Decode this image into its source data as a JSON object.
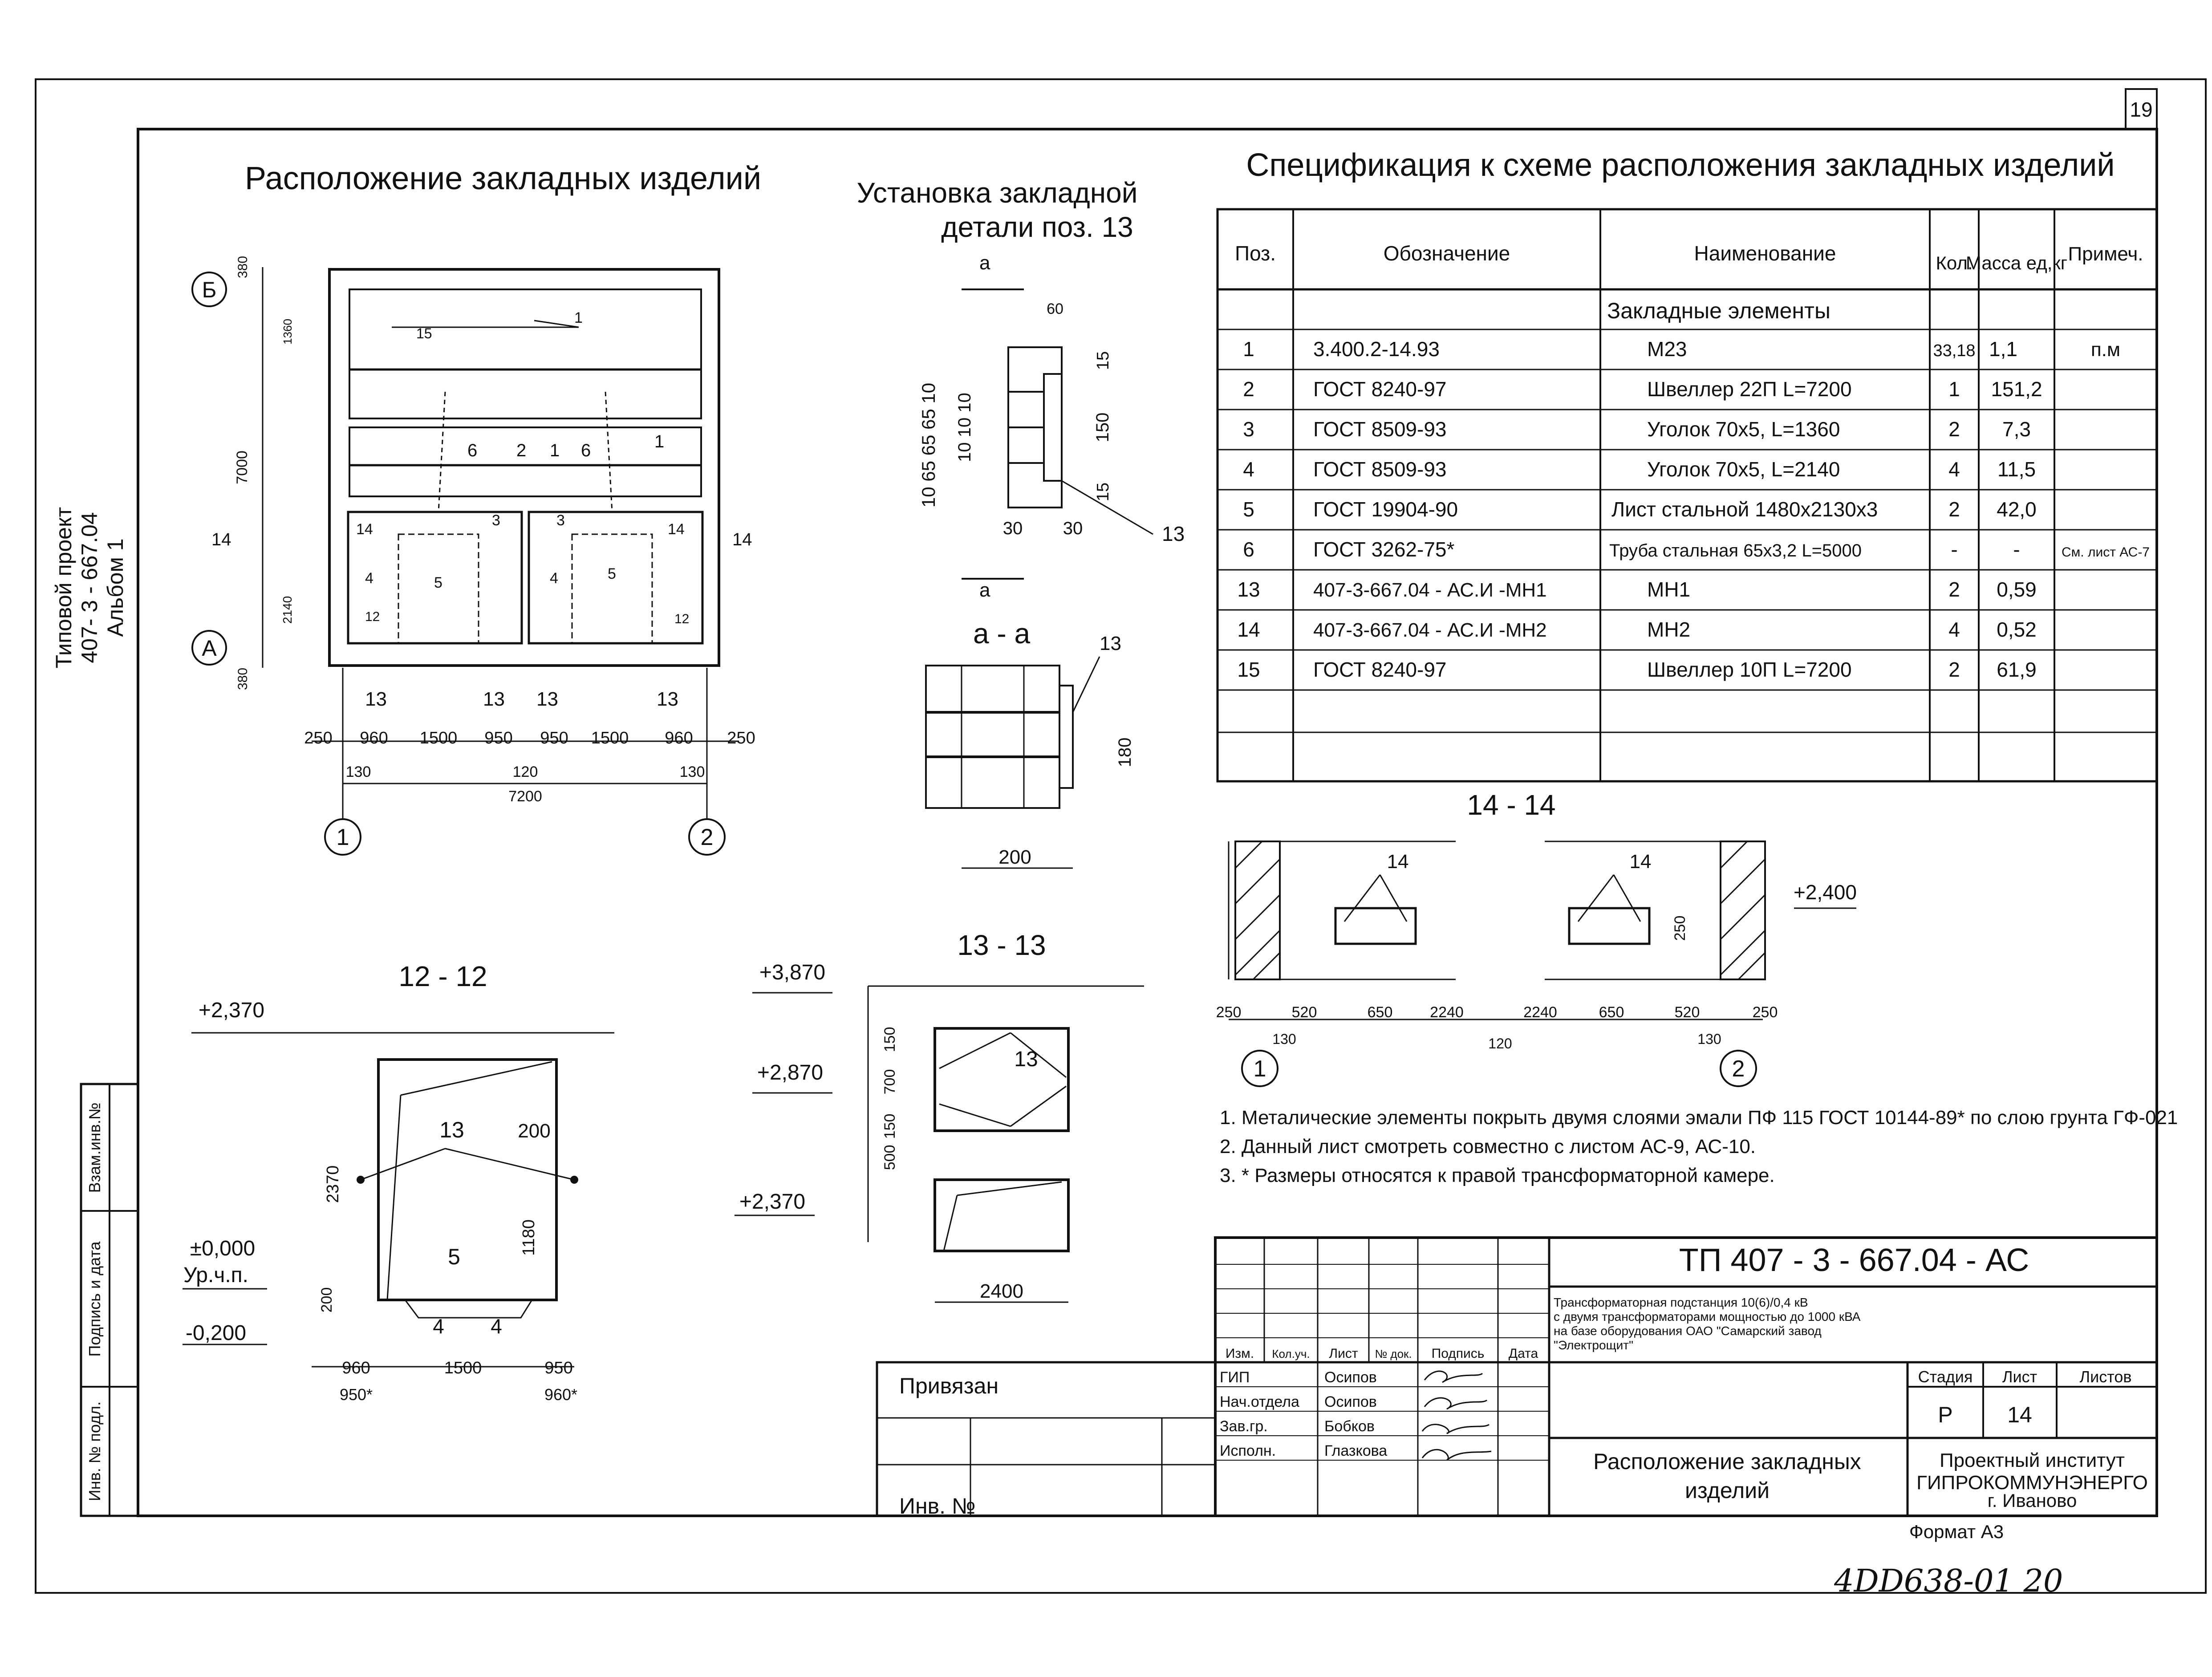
{
  "sheet_number": "19",
  "side_label": {
    "line1": "Типовой проект",
    "line2": "407- 3 - 667.04",
    "line3": "Альбом 1"
  },
  "side_stamps": [
    "Взам.инв.№",
    "Подпись и дата",
    "Инв. № подл."
  ],
  "views": {
    "plan_title": "Расположение закладных изделий",
    "detail_title_1": "Установка закладной",
    "detail_title_2": "детали поз. 13",
    "section_aa": "а - а",
    "section_1414": "14 - 14",
    "section_1212": "12 - 12",
    "section_1313": "13 - 13"
  },
  "spec": {
    "title": "Спецификация к схеме расположения закладных изделий",
    "headers": [
      "Поз.",
      "Обозначение",
      "Наименование",
      "Кол.",
      "Масса ед,кг",
      "Примеч."
    ],
    "group": "Закладные элементы",
    "rows": [
      [
        "1",
        "3.400.2-14.93",
        "М23",
        "33,18",
        "1,1",
        "п.м"
      ],
      [
        "2",
        "ГОСТ 8240-97",
        "Швеллер 22П     L=7200",
        "1",
        "151,2",
        ""
      ],
      [
        "3",
        "ГОСТ 8509-93",
        "Уголок  70х5,  L=1360",
        "2",
        "7,3",
        ""
      ],
      [
        "4",
        "ГОСТ 8509-93",
        "Уголок  70х5,  L=2140",
        "4",
        "11,5",
        ""
      ],
      [
        "5",
        "ГОСТ 19904-90",
        "Лист стальной 1480х2130х3",
        "2",
        "42,0",
        ""
      ],
      [
        "6",
        "ГОСТ 3262-75*",
        "Труба стальная 65х3,2       L=5000",
        "-",
        "-",
        "См. лист АС-7"
      ],
      [
        "13",
        "407-3-667.04 - АС.И -МН1",
        "МН1",
        "2",
        "0,59",
        ""
      ],
      [
        "14",
        "407-3-667.04 - АС.И -МН2",
        "МН2",
        "4",
        "0,52",
        ""
      ],
      [
        "15",
        "ГОСТ 8240-97",
        "Швеллер 10П  L=7200",
        "2",
        "61,9",
        ""
      ]
    ]
  },
  "notes": [
    "1. Металические элементы покрыть двумя слоями эмали ПФ 115 ГОСТ 10144-89* по слою грунта ГФ-021",
    "2. Данный лист смотреть совместно с листом АС-9, АС-10.",
    "3. * Размеры относятся  к правой трансформаторной камере."
  ],
  "title_block": {
    "code": "ТП   407 - 3 - 667.04 - АС",
    "project_lines": [
      "Трансформаторная подстанция 10(6)/0,4 кВ",
      "с двумя трансформаторами мощностью до 1000 кВА",
      "на базе оборудования ОАО \"Самарский завод",
      "\"Электрощит\""
    ],
    "sheet_title_1": "Расположение закладных",
    "sheet_title_2": "изделий",
    "col_headers": [
      "Изм.",
      "Кол.уч.",
      "Лист",
      "№ док.",
      "Подпись",
      "Дата"
    ],
    "roles": [
      {
        "role": "ГИП",
        "name": "Осипов"
      },
      {
        "role": "Нач.отдела",
        "name": "Осипов"
      },
      {
        "role": "Зав.гр.",
        "name": "Бобков"
      },
      {
        "role": "Исполн.",
        "name": "Глазкова"
      }
    ],
    "stage_headers": [
      "Стадия",
      "Лист",
      "Листов"
    ],
    "stage": "Р",
    "sheet": "14",
    "org_1": "Проектный институт",
    "org_2": "ГИПРОКОММУНЭНЕРГО",
    "org_3": "г. Иваново",
    "privyazan": "Привязан",
    "inv": "Инв. №",
    "format": "Формат А3",
    "handwritten": "4DD638-01   20"
  }
}
